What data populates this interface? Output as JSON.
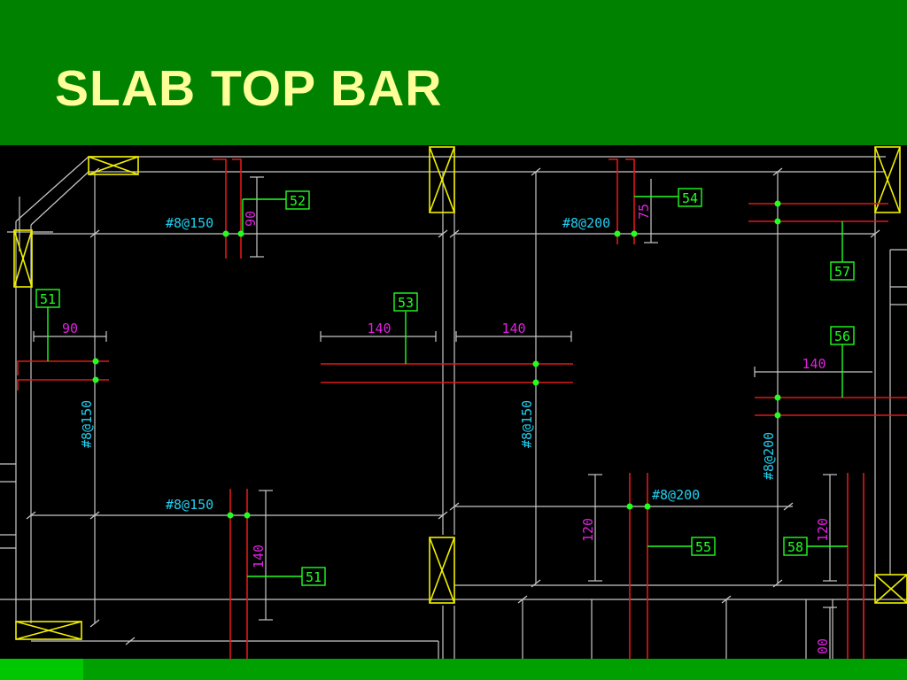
{
  "slide": {
    "title": "SLAB TOP BAR"
  },
  "colors": {
    "slide_background": "#008200",
    "title_text": "#ffff99",
    "drawing_background": "#000000",
    "grid_line": "#c8c8c8",
    "rebar": "#e01818",
    "dimension_text": "#e020e0",
    "spacing_text": "#20d0f0",
    "leader_tag": "#20ff20",
    "column_outline": "#f0f000",
    "footer_strip": "#00a000",
    "footer_accent": "#00c800"
  },
  "tags": {
    "t51a": "51",
    "t51b": "51",
    "t52": "52",
    "t53": "53",
    "t54": "54",
    "t55": "55",
    "t56": "56",
    "t57": "57",
    "t58": "58"
  },
  "spacings": {
    "s1": "#8@150",
    "s2": "#8@200",
    "s3": "#8@150",
    "s4": "#8@150",
    "s5": "#8@150",
    "s6": "#8@200",
    "s7": "#8@200"
  },
  "dimensions": {
    "d1": "90",
    "d2": "75",
    "d3": "90",
    "d4": "140",
    "d5": "140",
    "d6": "140",
    "d7": "120",
    "d8": "140",
    "d9": "120",
    "d10": "00"
  }
}
